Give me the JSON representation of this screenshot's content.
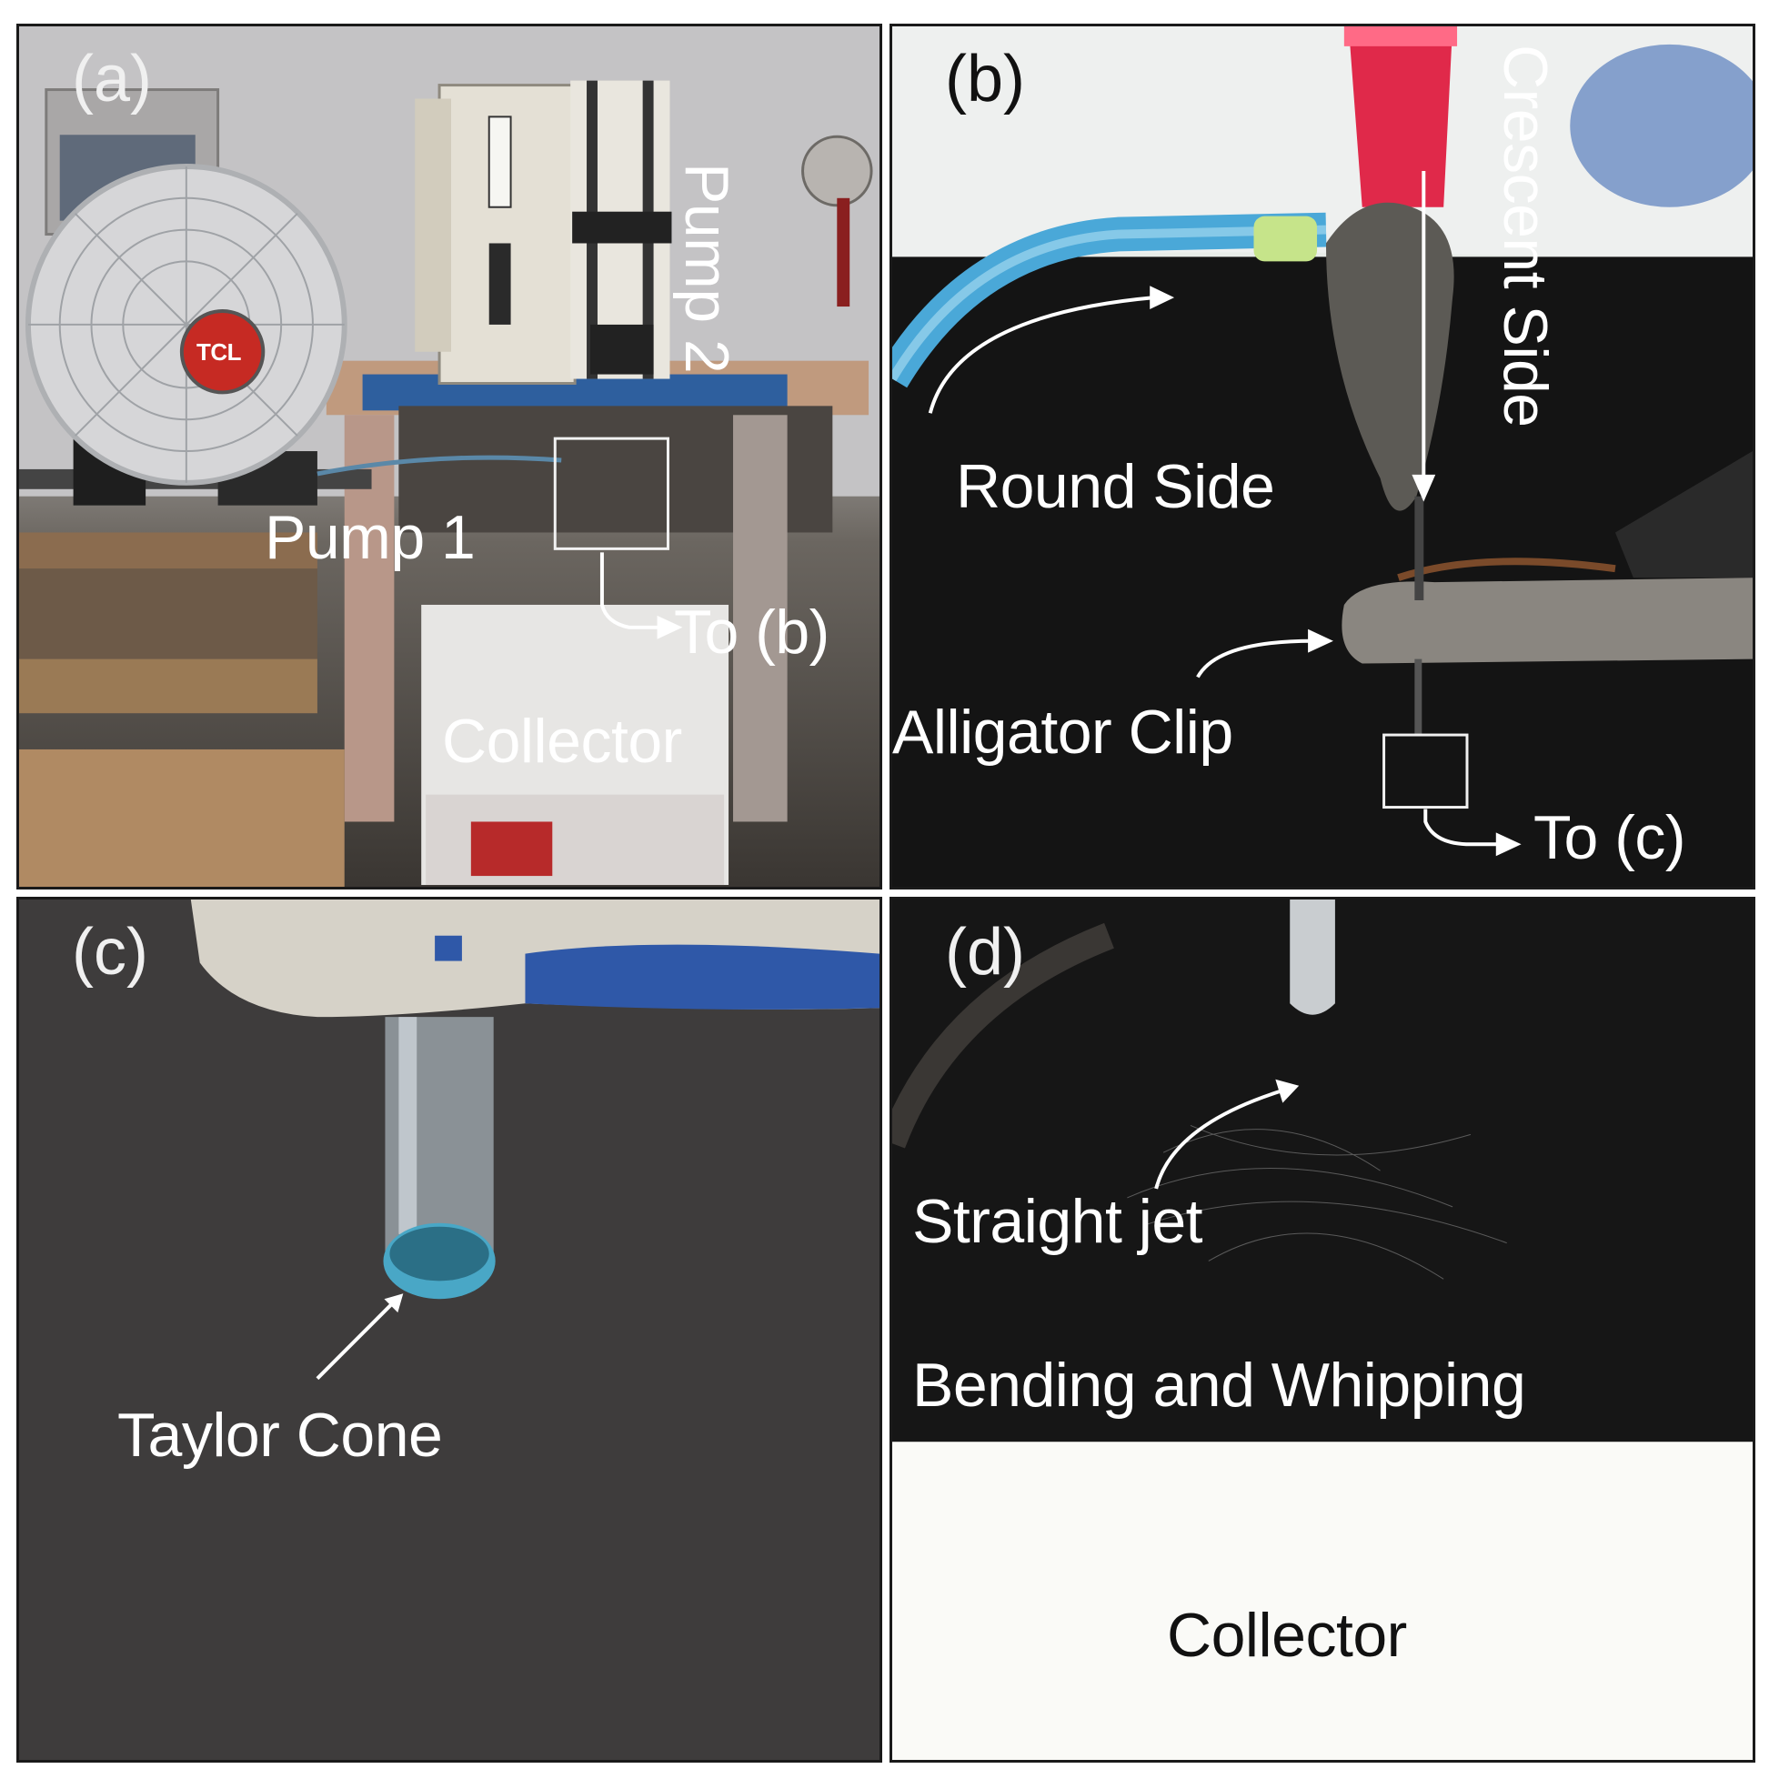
{
  "panels": {
    "a": {
      "letter": "(a)",
      "labels": {
        "pump2": "Pump 2",
        "pump1": "Pump 1",
        "to_b": "To (b)",
        "collector": "Collector",
        "fan_logo": "TCL"
      }
    },
    "b": {
      "letter": "(b)",
      "labels": {
        "crescent_side": "Crescent Side",
        "round_side": "Round Side",
        "alligator_clip": "Alligator Clip",
        "to_c": "To (c)"
      }
    },
    "c": {
      "letter": "(c)",
      "labels": {
        "taylor_cone": "Taylor Cone"
      }
    },
    "d": {
      "letter": "(d)",
      "labels": {
        "straight_jet": "Straight jet",
        "bending_whipping": "Bending and Whipping",
        "collector": "Collector"
      }
    }
  },
  "colors": {
    "label_white": "#ffffff",
    "label_black": "#111111",
    "border": "#1a1a1a",
    "needle_red": "#e0294a",
    "tube_blue": "#4aa8d8",
    "droplet_blue": "#49a7c6"
  }
}
